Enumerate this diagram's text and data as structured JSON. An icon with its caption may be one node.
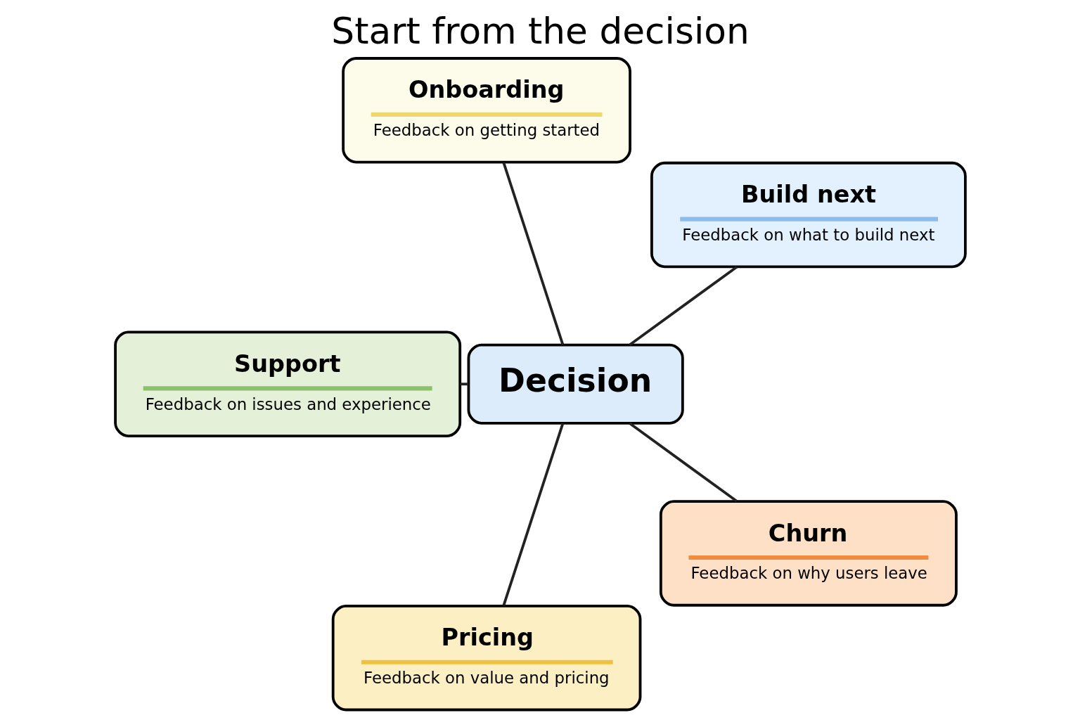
{
  "diagram": {
    "title": "Start from the decision",
    "nodes": [
      {
        "text": [
          "Build next",
          "Feedback on what to build next"
        ]
      },
      {
        "text": [
          "Onboarding",
          "Feedback on getting started"
        ]
      },
      {
        "text": [
          "Decision"
        ]
      },
      {
        "text": [
          "Support",
          "Feedback on issues and experience"
        ]
      },
      {
        "text": [
          "Pricing",
          "Feedback on value and pricing"
        ]
      },
      {
        "text": [
          "Churn",
          "Feedback on why users leave"
        ]
      }
    ],
    "edges": [
      {
        "from": 2,
        "to": 0,
        "arrow": "none"
      },
      {
        "from": 2,
        "to": 1,
        "arrow": "none"
      },
      {
        "from": 2,
        "to": 3,
        "arrow": "none"
      },
      {
        "from": 2,
        "to": 4,
        "arrow": "none"
      },
      {
        "from": 2,
        "to": 5,
        "arrow": "none"
      }
    ]
  }
}
